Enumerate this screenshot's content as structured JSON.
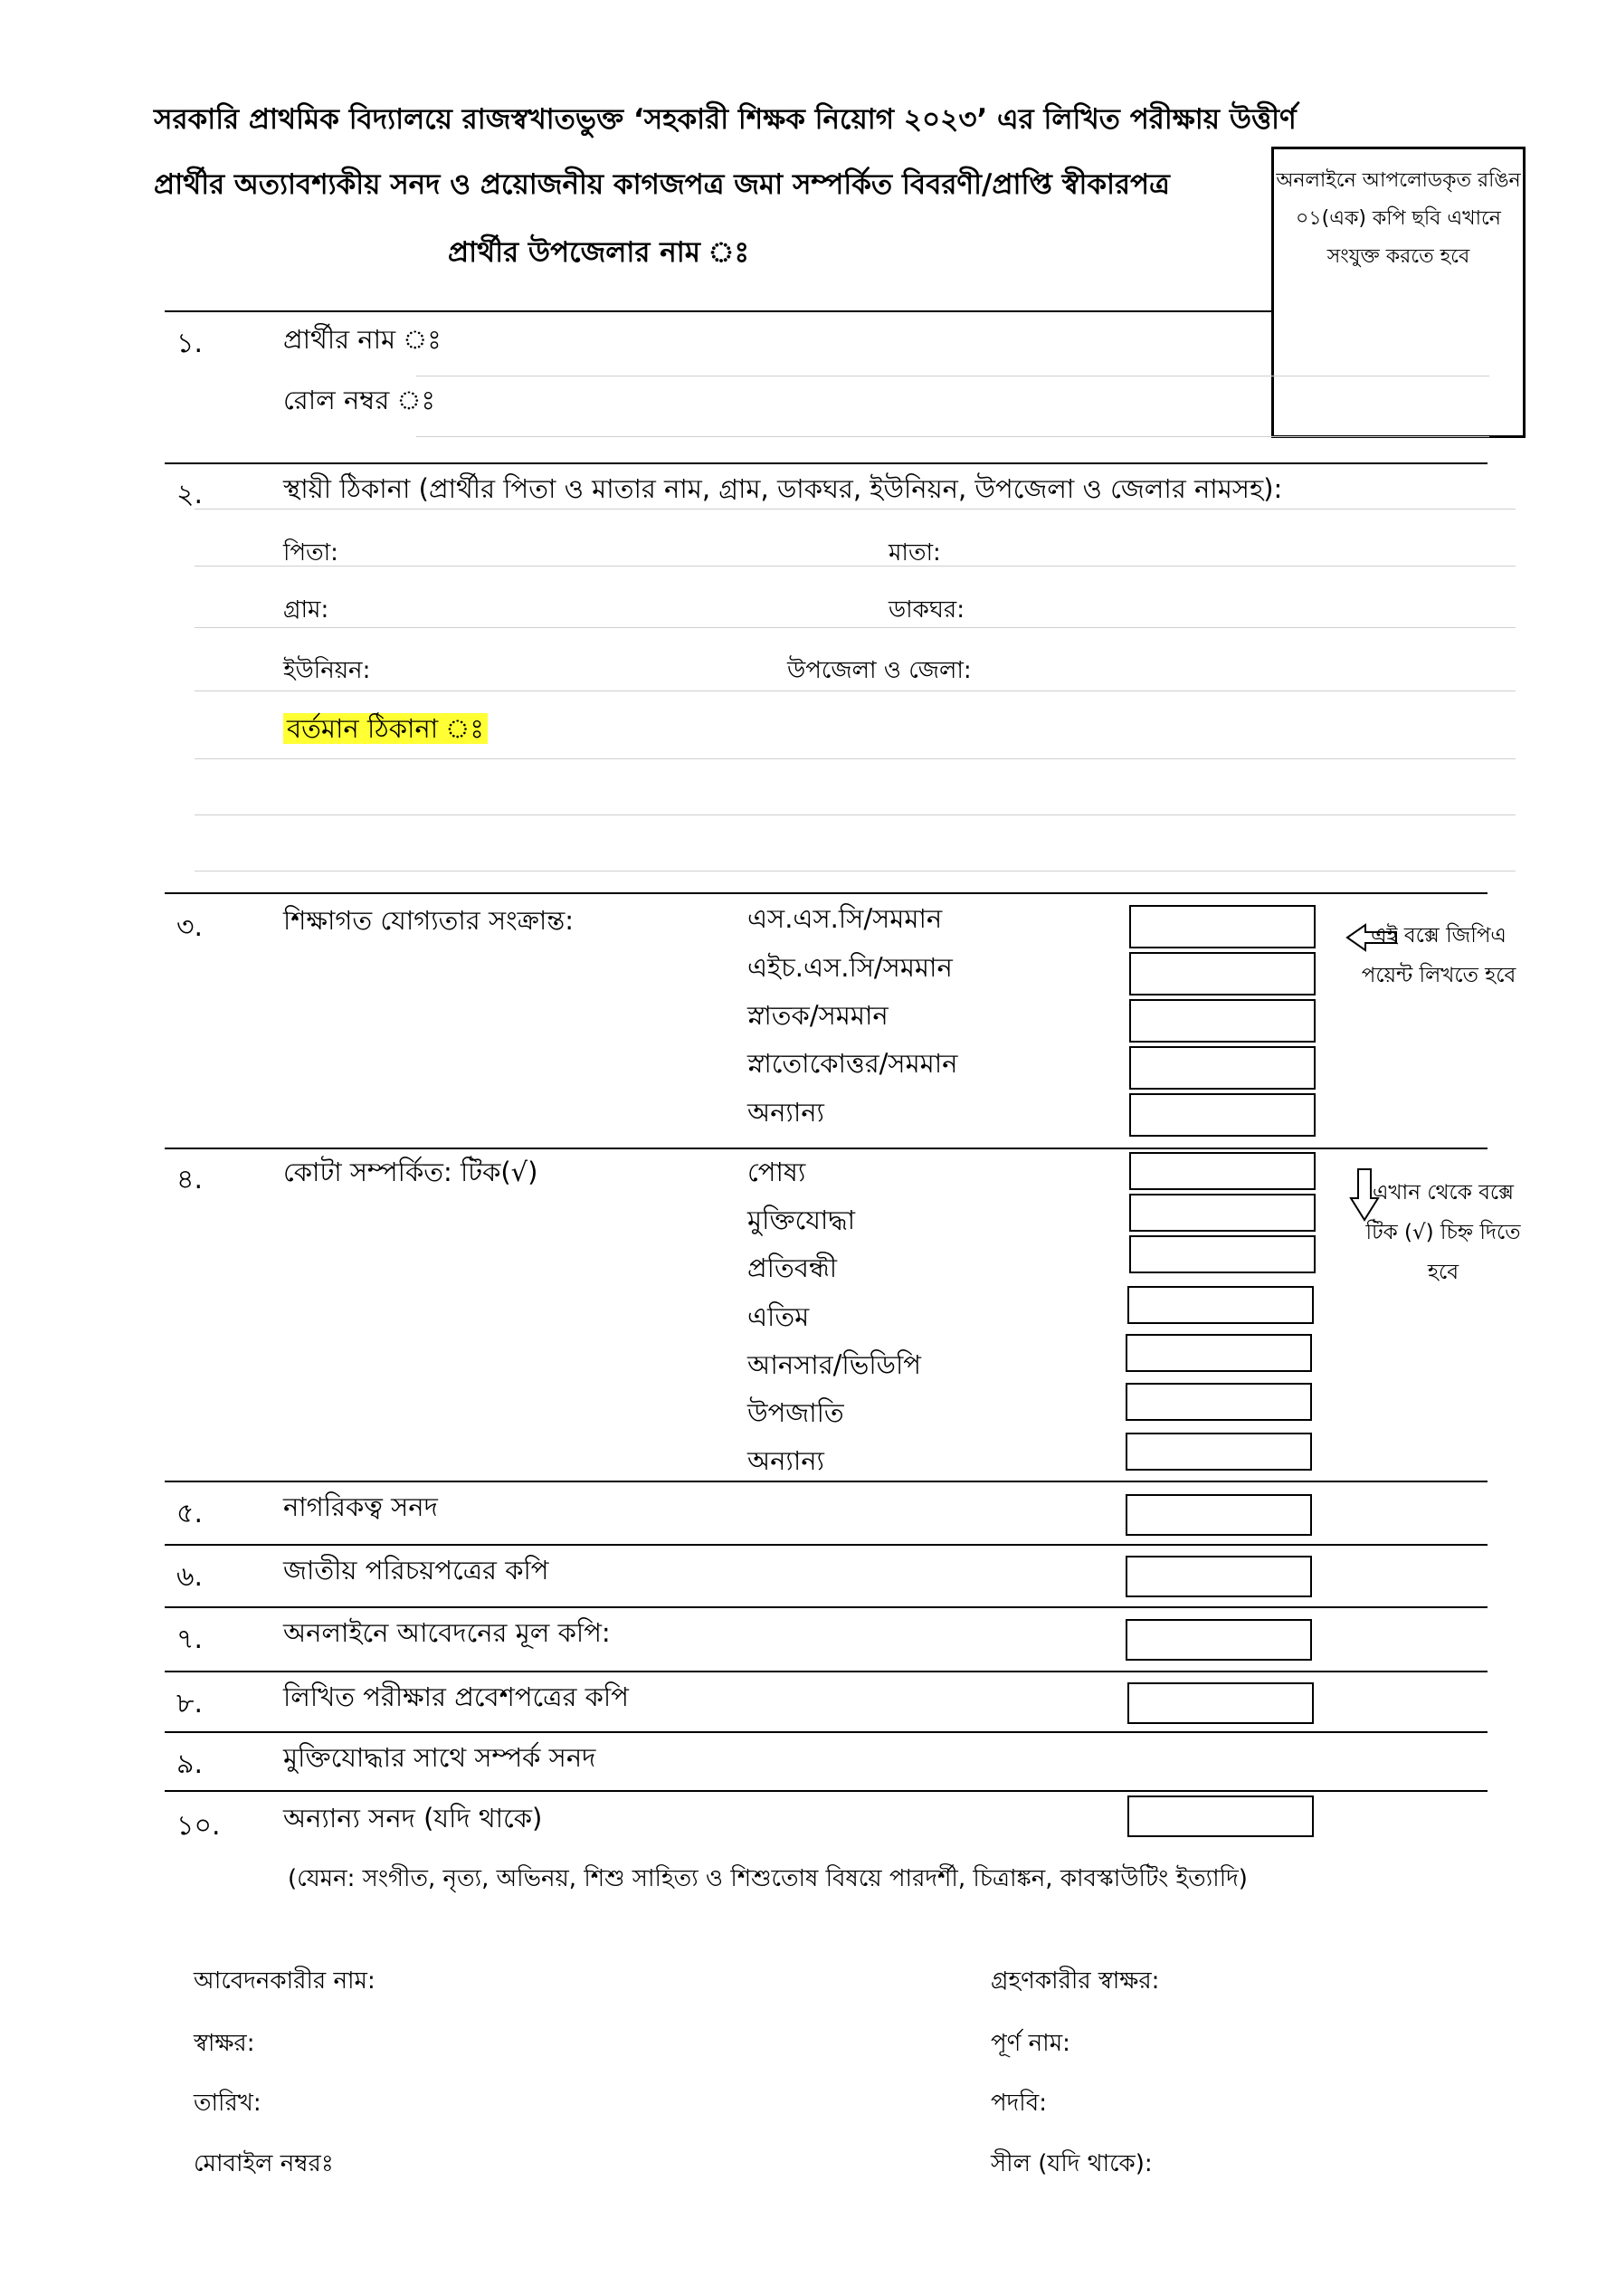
{
  "header": {
    "line1": "সরকারি প্রাথমিক বিদ্যালয়ে রাজস্বখাতভুক্ত ‘সহকারী শিক্ষক নিয়োগ ২০২৩’ এর লিখিত পরীক্ষায় উত্তীর্ণ",
    "line2": "প্রার্থীর অত্যাবশ্যকীয় সনদ ও প্রয়োজনীয় কাগজপত্র জমা সম্পর্কিত বিবরণী/প্রাপ্তি স্বীকারপত্র",
    "upazila_label": "প্রার্থীর উপজেলার নাম ঃ"
  },
  "photo_box": {
    "text": "অনলাইনে আপলোডকৃত রঙিন ০১(এক) কপি ছবি এখানে সংযুক্ত করতে হবে"
  },
  "section1": {
    "num": "১.",
    "name_label": "প্রার্থীর নাম ঃ",
    "roll_label": "রোল নম্বর ঃ"
  },
  "section2": {
    "num": "২.",
    "title": "স্থায়ী ঠিকানা (প্রার্থীর পিতা ও মাতার নাম, গ্রাম, ডাকঘর, ইউনিয়ন, উপজেলা ও জেলার নামসহ):",
    "father": "পিতা:",
    "mother": "মাতা:",
    "village": "গ্রাম:",
    "post_office": "ডাকঘর:",
    "union": "ইউনিয়ন:",
    "upazila_district": "উপজেলা ও জেলা:",
    "present_address": "বর্তমান ঠিকানা ঃ"
  },
  "section3": {
    "num": "৩.",
    "title": "শিক্ষাগত যোগ্যতার সংক্রান্ত:",
    "items": [
      "এস.এস.সি/সমমান",
      "এইচ.এস.সি/সমমান",
      "স্নাতক/সমমান",
      "স্নাতোকোত্তর/সমমান",
      "অন্যান্য"
    ],
    "note": "এই বক্সে জিপিএ পয়েন্ট লিখতে হবে"
  },
  "section4": {
    "num": "৪.",
    "title": "কোটা সম্পর্কিত: টিক(√)",
    "items": [
      "পোষ্য",
      "মুক্তিযোদ্ধা",
      "প্রতিবন্ধী",
      "এতিম",
      "আনসার/ভিডিপি",
      "উপজাতি",
      "অন্যান্য"
    ],
    "note": "এখান থেকে বক্সে টিক (√) চিহ্ন দিতে হবে"
  },
  "docs": [
    {
      "num": "৫.",
      "label": "নাগরিকত্ব সনদ"
    },
    {
      "num": "৬.",
      "label": "জাতীয় পরিচয়পত্রের কপি"
    },
    {
      "num": "৭.",
      "label": "অনলাইনে আবেদনের মূল কপি:"
    },
    {
      "num": "৮.",
      "label": "লিখিত পরীক্ষার প্রবেশপত্রের কপি"
    },
    {
      "num": "৯.",
      "label": "মুক্তিযোদ্ধার সাথে সম্পর্ক সনদ"
    },
    {
      "num": "১০.",
      "label": "অন্যান্য সনদ (যদি থাকে)"
    }
  ],
  "docs_example": "(যেমন: সংগীত, নৃত্য, অভিনয়, শিশু সাহিত্য ও শিশুতোষ বিষয়ে পারদর্শী, চিত্রাঙ্কন, কাবস্কাউটিং ইত্যাদি)",
  "footer": {
    "applicant_name": "আবেদনকারীর নাম:",
    "signature": "স্বাক্ষর:",
    "date": "তারিখ:",
    "mobile": "মোবাইল নম্বরঃ",
    "receiver_signature": "গ্রহণকারীর স্বাক্ষর:",
    "full_name": "পূর্ণ নাম:",
    "designation": "পদবি:",
    "seal": "সীল (যদি থাকে):"
  }
}
